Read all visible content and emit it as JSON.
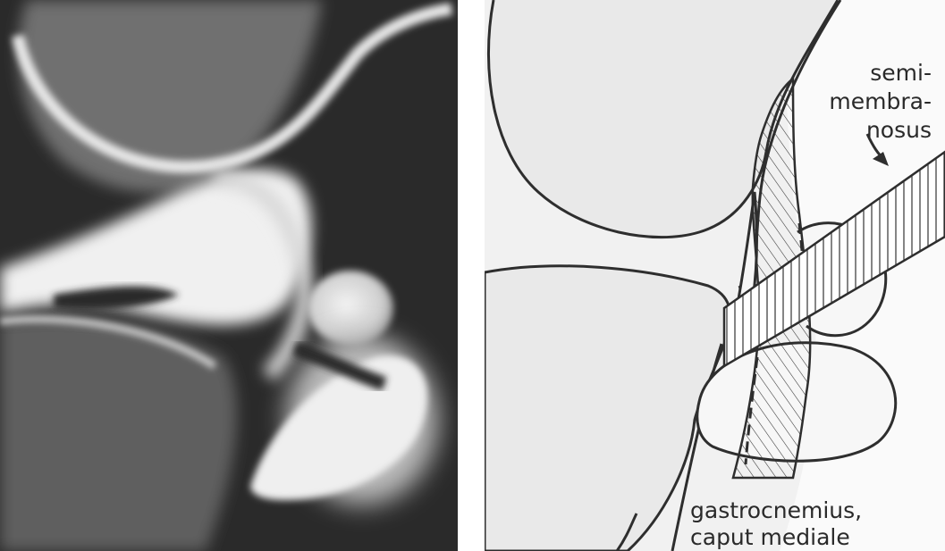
{
  "labels": {
    "semimembranosus": [
      "semi-",
      "membra-",
      "nosus"
    ],
    "gastrocnemius": [
      "gastrocnemius,",
      "caput mediale"
    ]
  }
}
